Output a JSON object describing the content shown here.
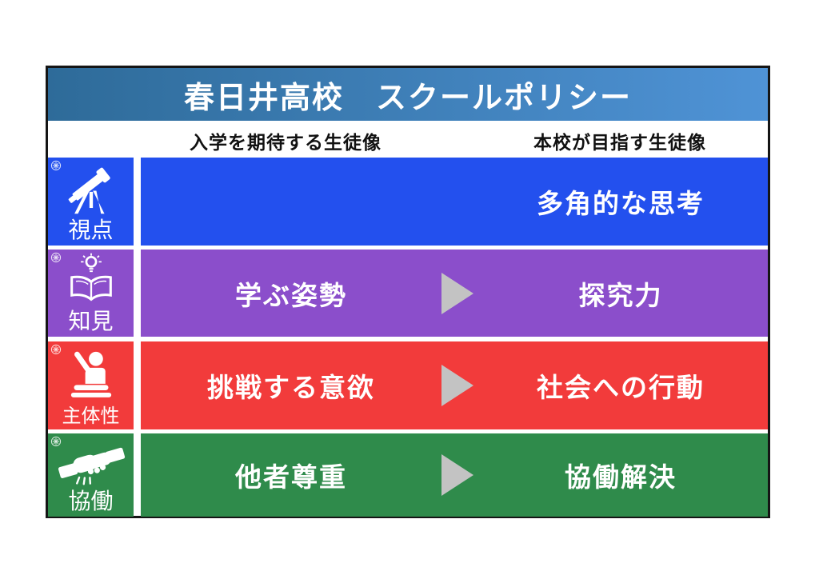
{
  "header": {
    "title": "春日井高校　スクールポリシー"
  },
  "columns": {
    "left": "入学を期待する生徒像",
    "right": "本校が目指す生徒像"
  },
  "rows": [
    {
      "label": "視点",
      "icon": "telescope-icon",
      "left": "",
      "arrow": false,
      "right": "多角的な思考",
      "color": "#2350ee"
    },
    {
      "label": "知見",
      "icon": "book-lightbulb-icon",
      "left": "学ぶ姿勢",
      "arrow": true,
      "right": "探究力",
      "color": "#8b4ecb"
    },
    {
      "label": "主体性",
      "icon": "raised-hand-icon",
      "left": "挑戦する意欲",
      "arrow": true,
      "right": "社会への行動",
      "color": "#f23b3b"
    },
    {
      "label": "協働",
      "icon": "handshake-icon",
      "left": "他者尊重",
      "arrow": true,
      "right": "協働解決",
      "color": "#2f8b4b"
    }
  ],
  "colors": {
    "header_gradient_left": "#2e6b99",
    "header_gradient_right": "#4f93d6",
    "arrow": "#c3c3c3",
    "frame_border": "#151515",
    "text_on_rows": "#ffffff",
    "column_header_text": "#111111"
  }
}
